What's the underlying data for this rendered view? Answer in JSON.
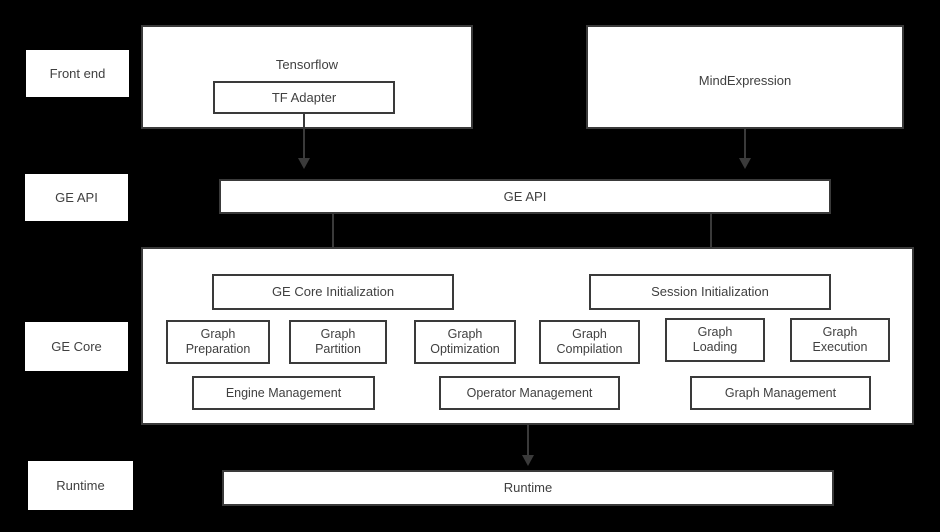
{
  "diagram": {
    "background_color": "#000000",
    "box_fill": "#ffffff",
    "box_stroke": "#3a3a3a",
    "text_color": "#404040"
  },
  "stage_labels": [
    {
      "id": "front-end",
      "text": "Front end"
    },
    {
      "id": "ge-api",
      "text": "GE API"
    },
    {
      "id": "ge-core",
      "text": "GE Core"
    },
    {
      "id": "runtime",
      "text": "Runtime"
    }
  ],
  "frontend": {
    "tensorflow": {
      "title": "Tensorflow",
      "adapter": "TF Adapter"
    },
    "mindexpression": {
      "title": "MindExpression"
    }
  },
  "ge_api_bar": {
    "label": "GE API"
  },
  "ge_core": {
    "initializers": [
      {
        "id": "ge-core-initialization",
        "label": "GE Core Initialization"
      },
      {
        "id": "session-initialization",
        "label": "Session Initialization"
      }
    ],
    "units": [
      {
        "id": "graph-preparation",
        "label": "Graph\nPreparation"
      },
      {
        "id": "graph-partition",
        "label": "Graph\nPartition"
      },
      {
        "id": "graph-optimization",
        "label": "Graph\nOptimization"
      },
      {
        "id": "graph-compilation",
        "label": "Graph\nCompilation"
      },
      {
        "id": "graph-loading",
        "label": "Graph\nLoading"
      },
      {
        "id": "graph-execution",
        "label": "Graph\nExecution"
      }
    ],
    "managers": [
      {
        "id": "engine-management",
        "label": "Engine Management"
      },
      {
        "id": "operator-management",
        "label": "Operator Management"
      },
      {
        "id": "graph-management",
        "label": "Graph Management"
      }
    ]
  },
  "runtime_bar": {
    "label": "Runtime"
  }
}
